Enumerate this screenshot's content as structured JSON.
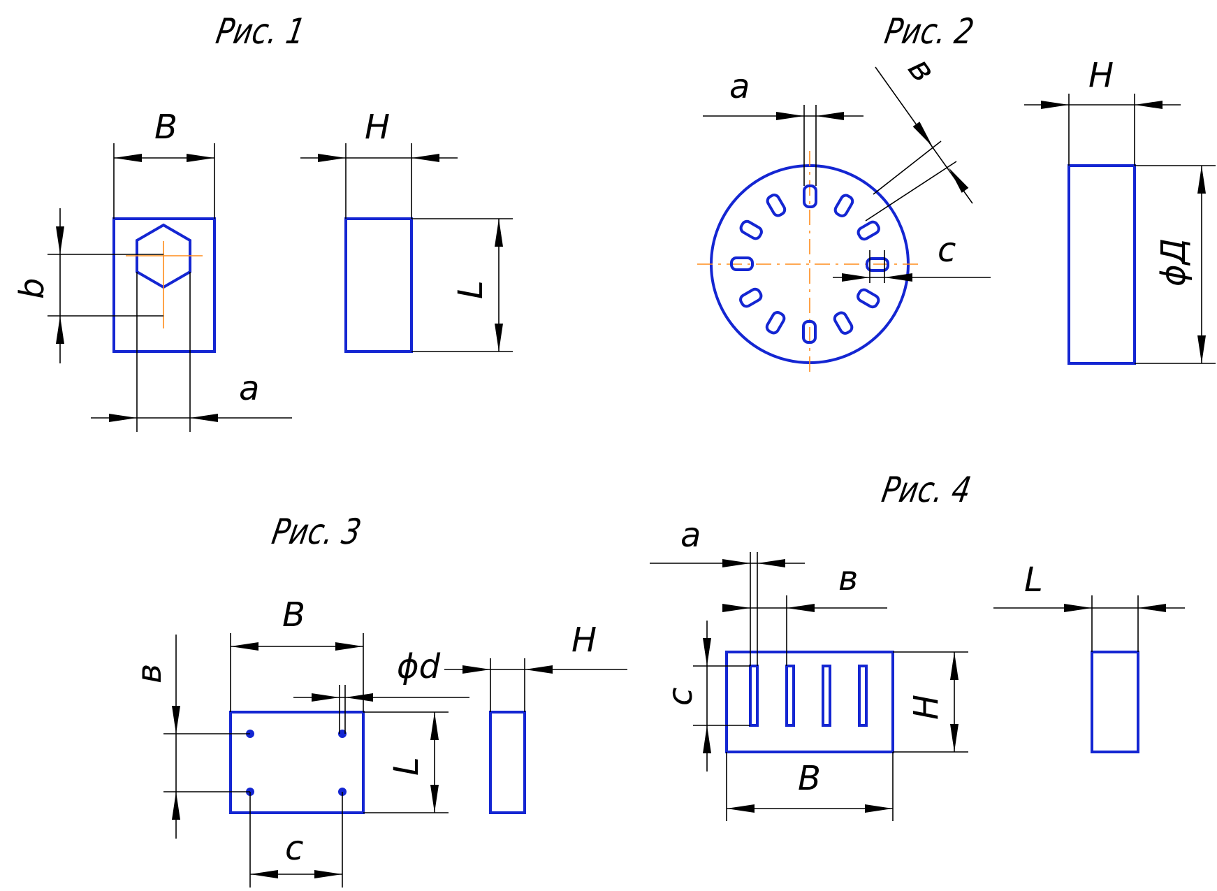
{
  "colors": {
    "part": "#1426d2",
    "dim": "#000000",
    "axis": "#ff8c1a",
    "background": "#ffffff"
  },
  "figures": [
    {
      "title": "Рис. 1",
      "labels": {
        "b_width": "В",
        "h_height": "H",
        "b_side": "b",
        "l_length": "L",
        "a_offset": "a"
      }
    },
    {
      "title": "Рис. 2",
      "labels": {
        "a_slot": "a",
        "v_slot": "в",
        "h_height": "H",
        "c_slot": "c",
        "diameter": "ϕД"
      }
    },
    {
      "title": "Рис. 3",
      "labels": {
        "v_spacing": "в",
        "b_width": "В",
        "phi_d": "ϕd",
        "h_height": "H",
        "l_length": "L",
        "c_spacing": "c"
      }
    },
    {
      "title": "Рис. 4",
      "labels": {
        "a_slot": "a",
        "v_pitch": "в",
        "l_length": "L",
        "c_slot": "c",
        "h_height": "H",
        "b_width": "В"
      }
    }
  ]
}
